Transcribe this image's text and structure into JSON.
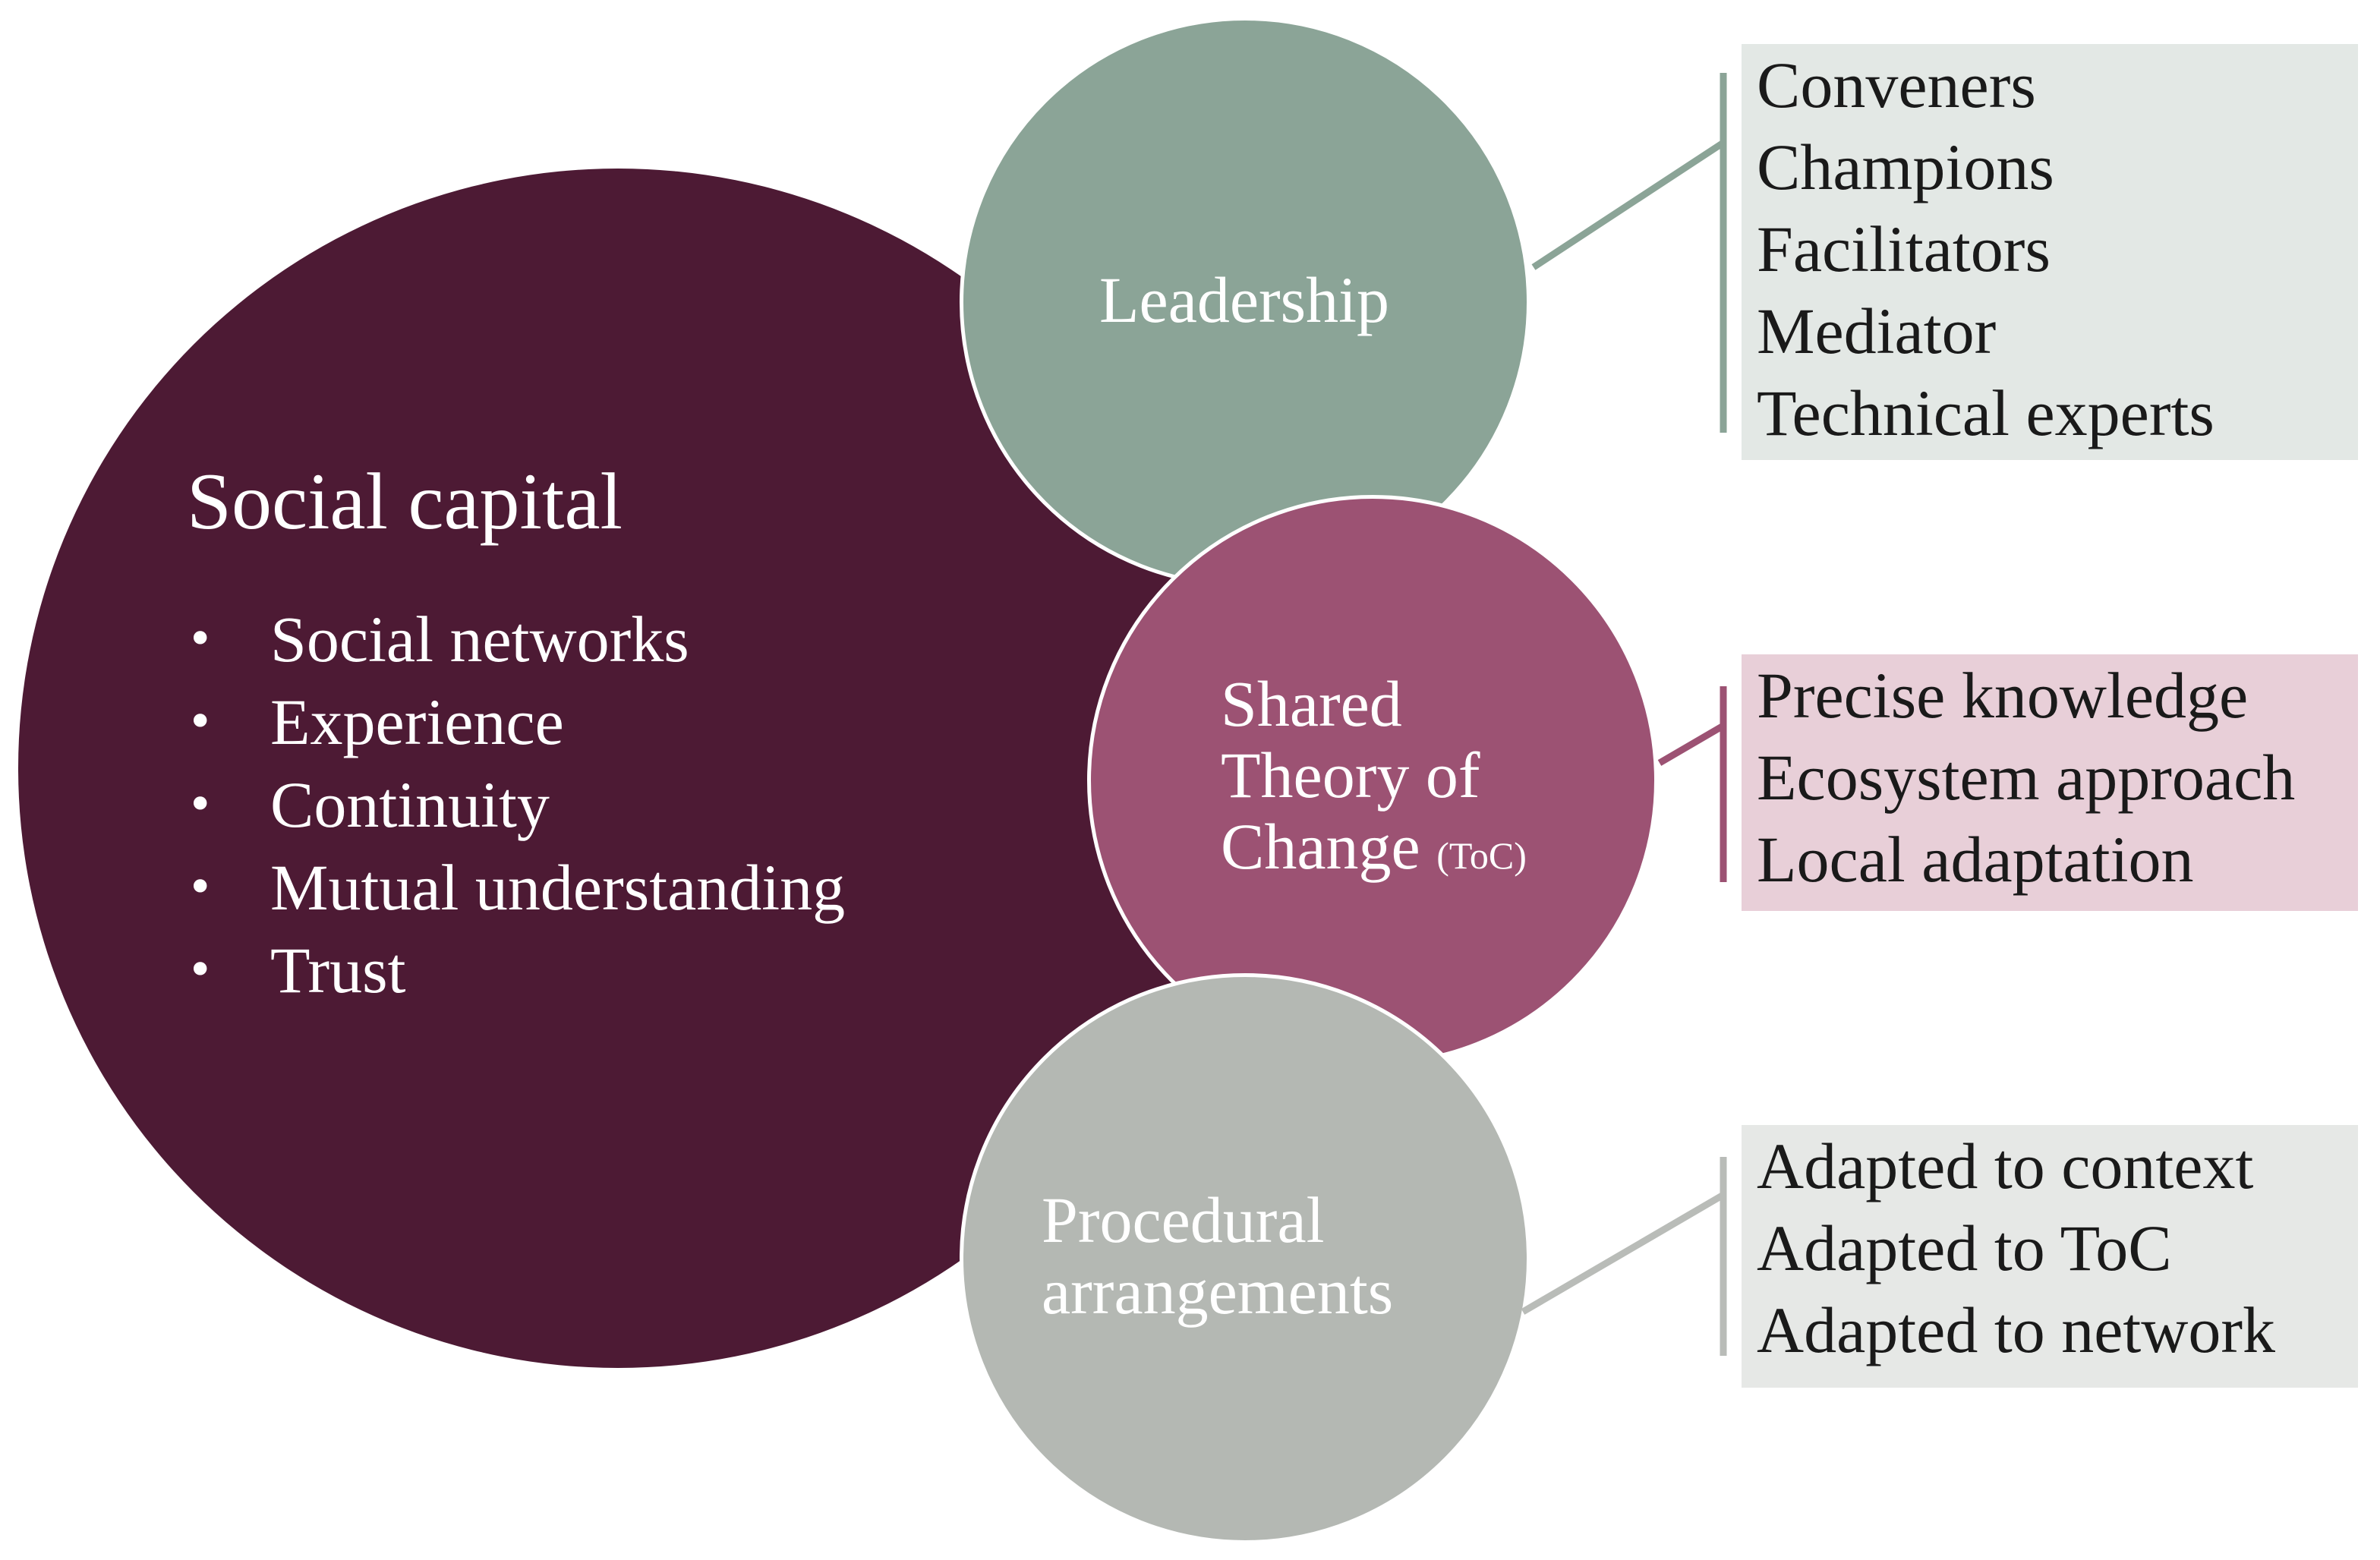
{
  "colors": {
    "social": "#4d1a34",
    "leadership": "#8ba497",
    "toc": "#9c5273",
    "procedural": "#b4b8b3",
    "box_leadership": "#e3e8e5",
    "box_toc": "#e8cfd8",
    "box_procedural": "#e6e8e6",
    "line_leadership": "#8ba497",
    "line_toc": "#9c5273",
    "line_procedural": "#b9bcb8"
  },
  "social_capital": {
    "title": "Social capital",
    "items": [
      "Social networks",
      "Experience",
      "Continuity",
      "Mutual understanding",
      "Trust"
    ]
  },
  "leadership": {
    "label": "Leadership",
    "items": [
      "Conveners",
      "Champions",
      "Facilitators",
      "Mediator",
      "Technical experts"
    ]
  },
  "theory_of_change": {
    "label_lines": [
      "Shared",
      "Theory of",
      "Change"
    ],
    "label_suffix": "(ToC)",
    "items": [
      "Precise knowledge",
      "Ecosystem approach",
      "Local adaptation"
    ]
  },
  "procedural": {
    "label_lines": [
      "Procedural",
      "arrangements"
    ],
    "items": [
      "Adapted to context",
      "Adapted to ToC",
      "Adapted to network"
    ]
  }
}
